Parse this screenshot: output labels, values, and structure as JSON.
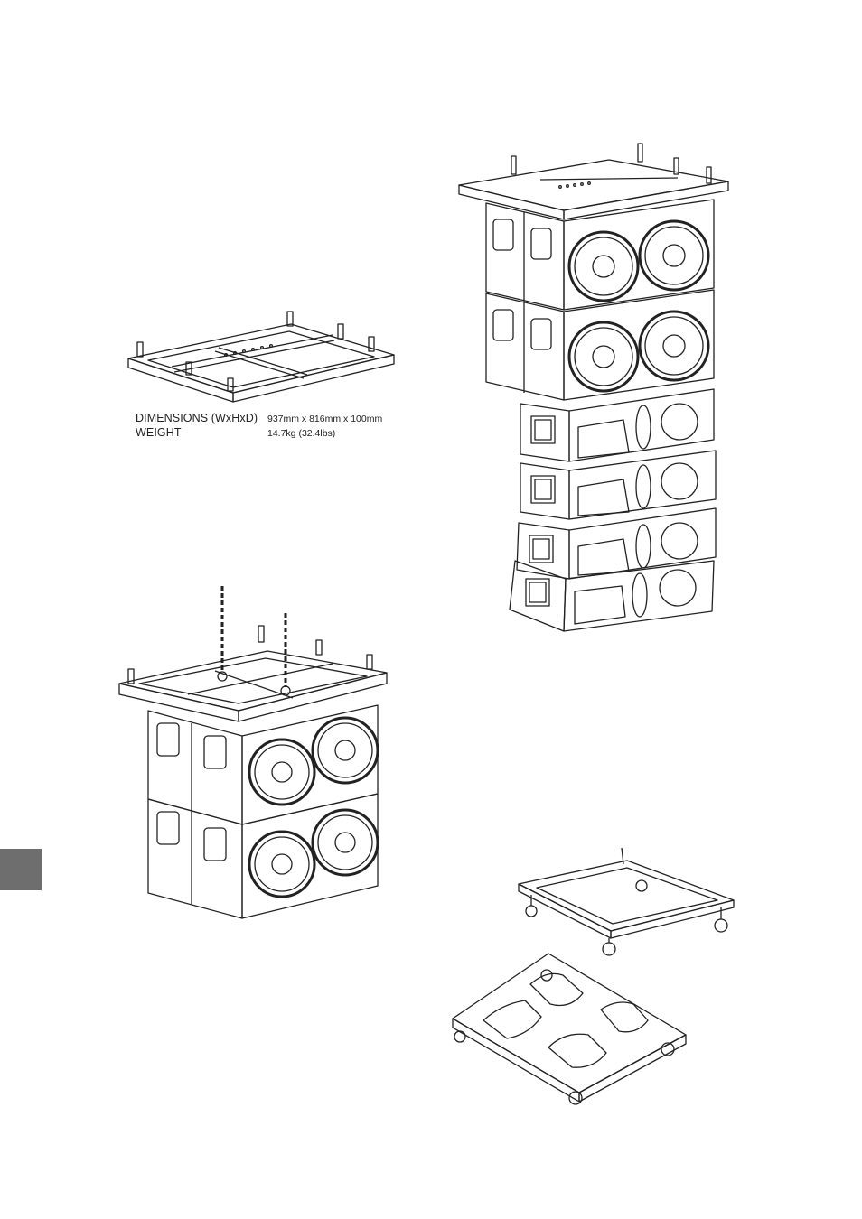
{
  "specs": {
    "dimensions_label": "DIMENSIONS (WxHxD)",
    "dimensions_value": "937mm x 816mm x 100mm",
    "weight_label": "WEIGHT",
    "weight_value": "14.7kg (32.4lbs)"
  },
  "colors": {
    "line": "#222222",
    "tab": "#6e6e6e"
  }
}
